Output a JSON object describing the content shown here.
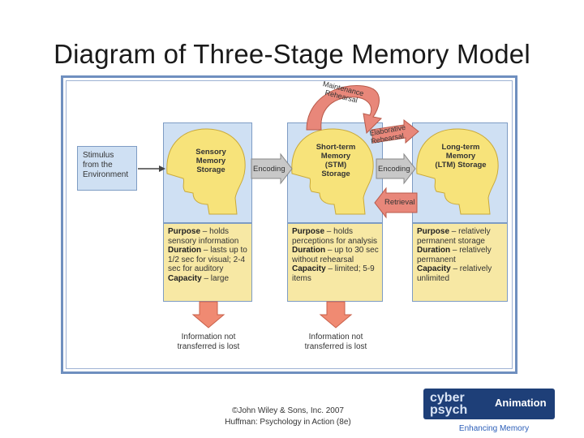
{
  "title": "Diagram of Three-Stage Memory Model",
  "stimulus": "Stimulus from the Environment",
  "stages": [
    {
      "name": "Sensory Memory Storage",
      "purpose_label": "Purpose",
      "purpose": "– holds sensory information",
      "duration_label": "Duration",
      "duration": "– lasts up to 1/2 sec for visual; 2-4 sec for auditory",
      "capacity_label": "Capacity",
      "capacity": "– large",
      "lost": "Information not transferred is lost"
    },
    {
      "name": "Short-term Memory (STM) Storage",
      "purpose_label": "Purpose",
      "purpose": "– holds perceptions for analysis",
      "duration_label": "Duration",
      "duration": "– up to 30 sec without rehearsal",
      "capacity_label": "Capacity",
      "capacity": "– limited; 5-9 items",
      "lost": "Information not transferred is lost"
    },
    {
      "name": "Long-term Memory (LTM) Storage",
      "purpose_label": "Purpose",
      "purpose": "– relatively permanent storage",
      "duration_label": "Duration",
      "duration": "– relatively permanent",
      "capacity_label": "Capacity",
      "capacity": "– relatively unlimited",
      "lost": ""
    }
  ],
  "arrows": {
    "encoding1": "Encoding",
    "encoding2": "Encoding",
    "retrieval": "Retrieval",
    "maintenance": "Maintenance Rehearsal",
    "elaborative": "Elaborative Rehearsal"
  },
  "footer": {
    "line1": "©John Wiley & Sons, Inc. 2007",
    "line2": "Huffman: Psychology in Action (8e)"
  },
  "logo": {
    "cyber_line1": "cyber",
    "cyber_line2": "psych",
    "animation": "Animation",
    "subtitle": "Enhancing Memory"
  }
}
